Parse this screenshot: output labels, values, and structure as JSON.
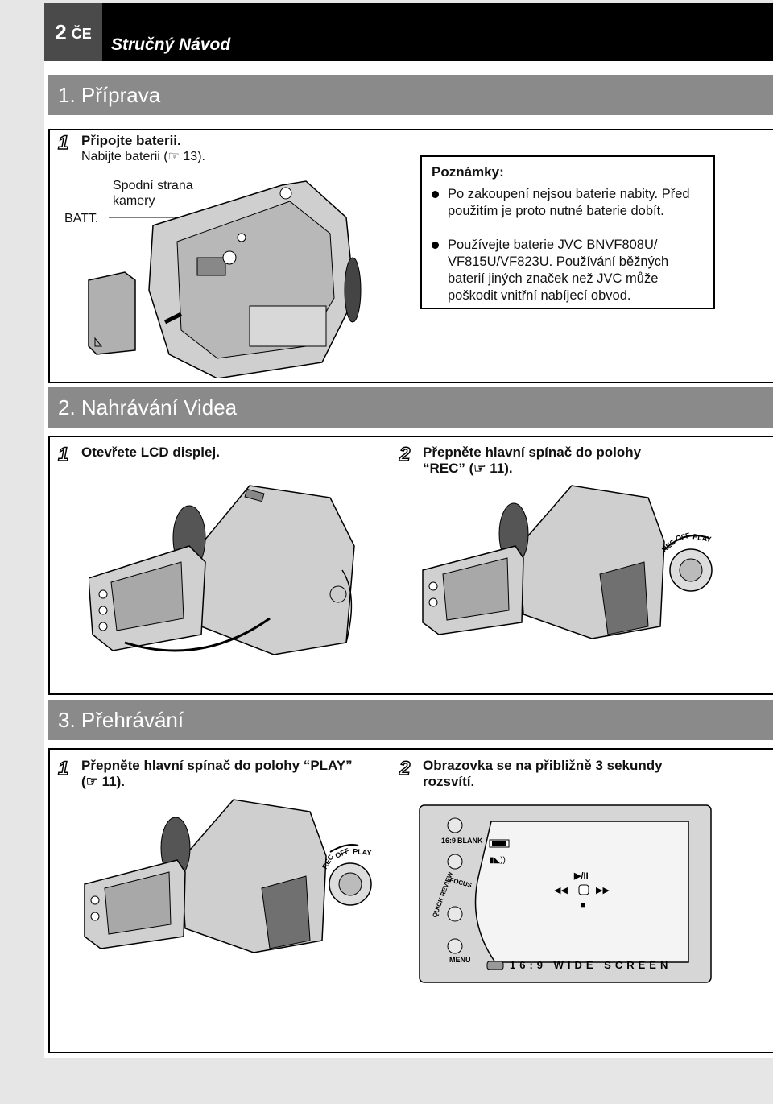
{
  "header": {
    "page_number": "2",
    "lang": "ČE",
    "title": "Stručný Návod"
  },
  "section1": {
    "title": "1. Příprava",
    "step1_num": "1",
    "step1_line1": "Připojte baterii.",
    "step1_line2": "Nabijte baterii (☞ 13).",
    "label_bottom_line1": "Spodní strana",
    "label_bottom_line2": "kamery",
    "label_batt": "BATT.",
    "notes": {
      "title": "Poznámky:",
      "items": [
        "Po zakoupení nejsou baterie nabity. Před použitím je proto nutné baterie dobít.",
        "Používejte baterie JVC BNVF808U/ VF815U/VF823U. Používání běžných baterií jiných značek než JVC může poškodit vnitřní nabíjecí obvod."
      ]
    }
  },
  "section2": {
    "title": "2. Nahrávání Videa",
    "step1_num": "1",
    "step1_text": "Otevřete LCD displej.",
    "step2_num": "2",
    "step2_line1": "Přepněte hlavní spínač do polohy",
    "step2_line2": "“REC” (☞ 11).",
    "switch_labels": [
      "REC",
      "OFF",
      "PLAY"
    ]
  },
  "section3": {
    "title": "3. Přehrávání",
    "step1_num": "1",
    "step1_line1": "Přepněte hlavní spínač do polohy “PLAY”",
    "step1_line2": "(☞ 11).",
    "step2_num": "2",
    "step2_line1": "Obrazovka se na přibližně 3 sekundy",
    "step2_line2": "rozsvítí.",
    "screen": {
      "aspect_label": "16:9",
      "blank_label": "BLANK",
      "focus_label": "FOCUS",
      "quick_review_label": "QUICK REVIEW",
      "menu_label": "MENU",
      "wide_screen_label": "16:9 WIDE SCREEN",
      "play_pause": "▶/II",
      "rewind": "◀◀",
      "forward": "▶▶",
      "stop": "■"
    }
  }
}
